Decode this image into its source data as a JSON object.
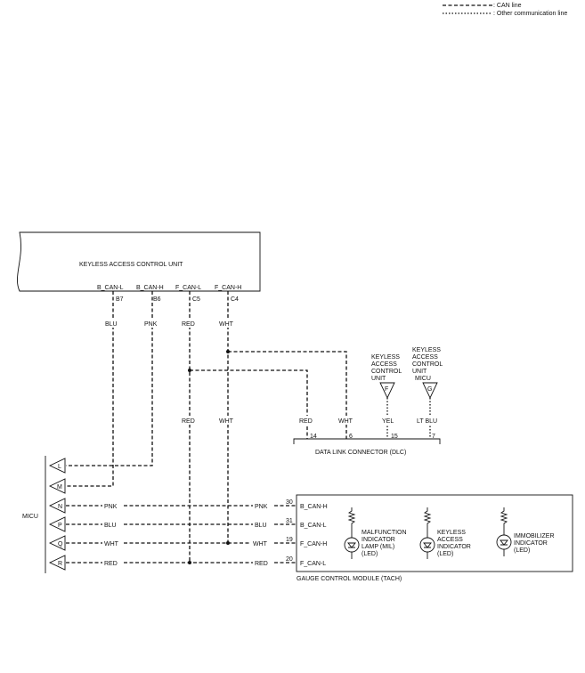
{
  "legend": {
    "can_line": ": CAN line",
    "other_line": ": Other communication line"
  },
  "keyless_unit": {
    "title": "KEYLESS ACCESS CONTROL UNIT",
    "pins": [
      {
        "signal": "B_CAN-L",
        "pin": "B7",
        "color": "BLU"
      },
      {
        "signal": "B_CAN-H",
        "pin": "B6",
        "color": "PNK"
      },
      {
        "signal": "F_CAN-L",
        "pin": "C5",
        "color": "RED"
      },
      {
        "signal": "F_CAN-H",
        "pin": "C4",
        "color": "WHT"
      }
    ]
  },
  "mid_wire_colors": {
    "red": "RED",
    "wht": "WHT"
  },
  "dlc": {
    "title": "DATA LINK CONNECTOR (DLC)",
    "pins": [
      {
        "pin": "14",
        "color": "RED"
      },
      {
        "pin": "6",
        "color": "WHT"
      },
      {
        "pin": "15",
        "color": "YEL"
      },
      {
        "pin": "7",
        "color": "LT BLU"
      }
    ]
  },
  "connector_f": {
    "letter": "F",
    "label_lines": [
      "KEYLESS",
      "ACCESS",
      "CONTROL",
      "UNIT"
    ]
  },
  "connector_g": {
    "letter": "G",
    "label_lines": [
      "KEYLESS",
      "ACCESS",
      "CONTROL",
      "UNIT",
      "MICU"
    ]
  },
  "micu": {
    "label": "MICU",
    "connectors": [
      "L",
      "M",
      "N",
      "P",
      "Q",
      "R"
    ],
    "wire_colors": {
      "n": "PNK",
      "p": "BLU",
      "q": "WHT",
      "r": "RED"
    }
  },
  "gauge": {
    "title": "GAUGE CONTROL MODULE (TACH)",
    "pins": [
      {
        "pin": "30",
        "signal": "B_CAN-H",
        "color": "PNK"
      },
      {
        "pin": "31",
        "signal": "B_CAN-L",
        "color": "BLU"
      },
      {
        "pin": "19",
        "signal": "F_CAN-H",
        "color": "WHT"
      },
      {
        "pin": "20",
        "signal": "F_CAN-L",
        "color": "RED"
      }
    ],
    "indicators": [
      {
        "lines": [
          "MALFUNCTION",
          "INDICATOR",
          "LAMP (MIL)",
          "(LED)"
        ]
      },
      {
        "lines": [
          "KEYLESS",
          "ACCESS",
          "INDICATOR",
          "(LED)"
        ]
      },
      {
        "lines": [
          "IMMOBILIZER",
          "INDICATOR",
          "(LED)"
        ]
      }
    ]
  }
}
